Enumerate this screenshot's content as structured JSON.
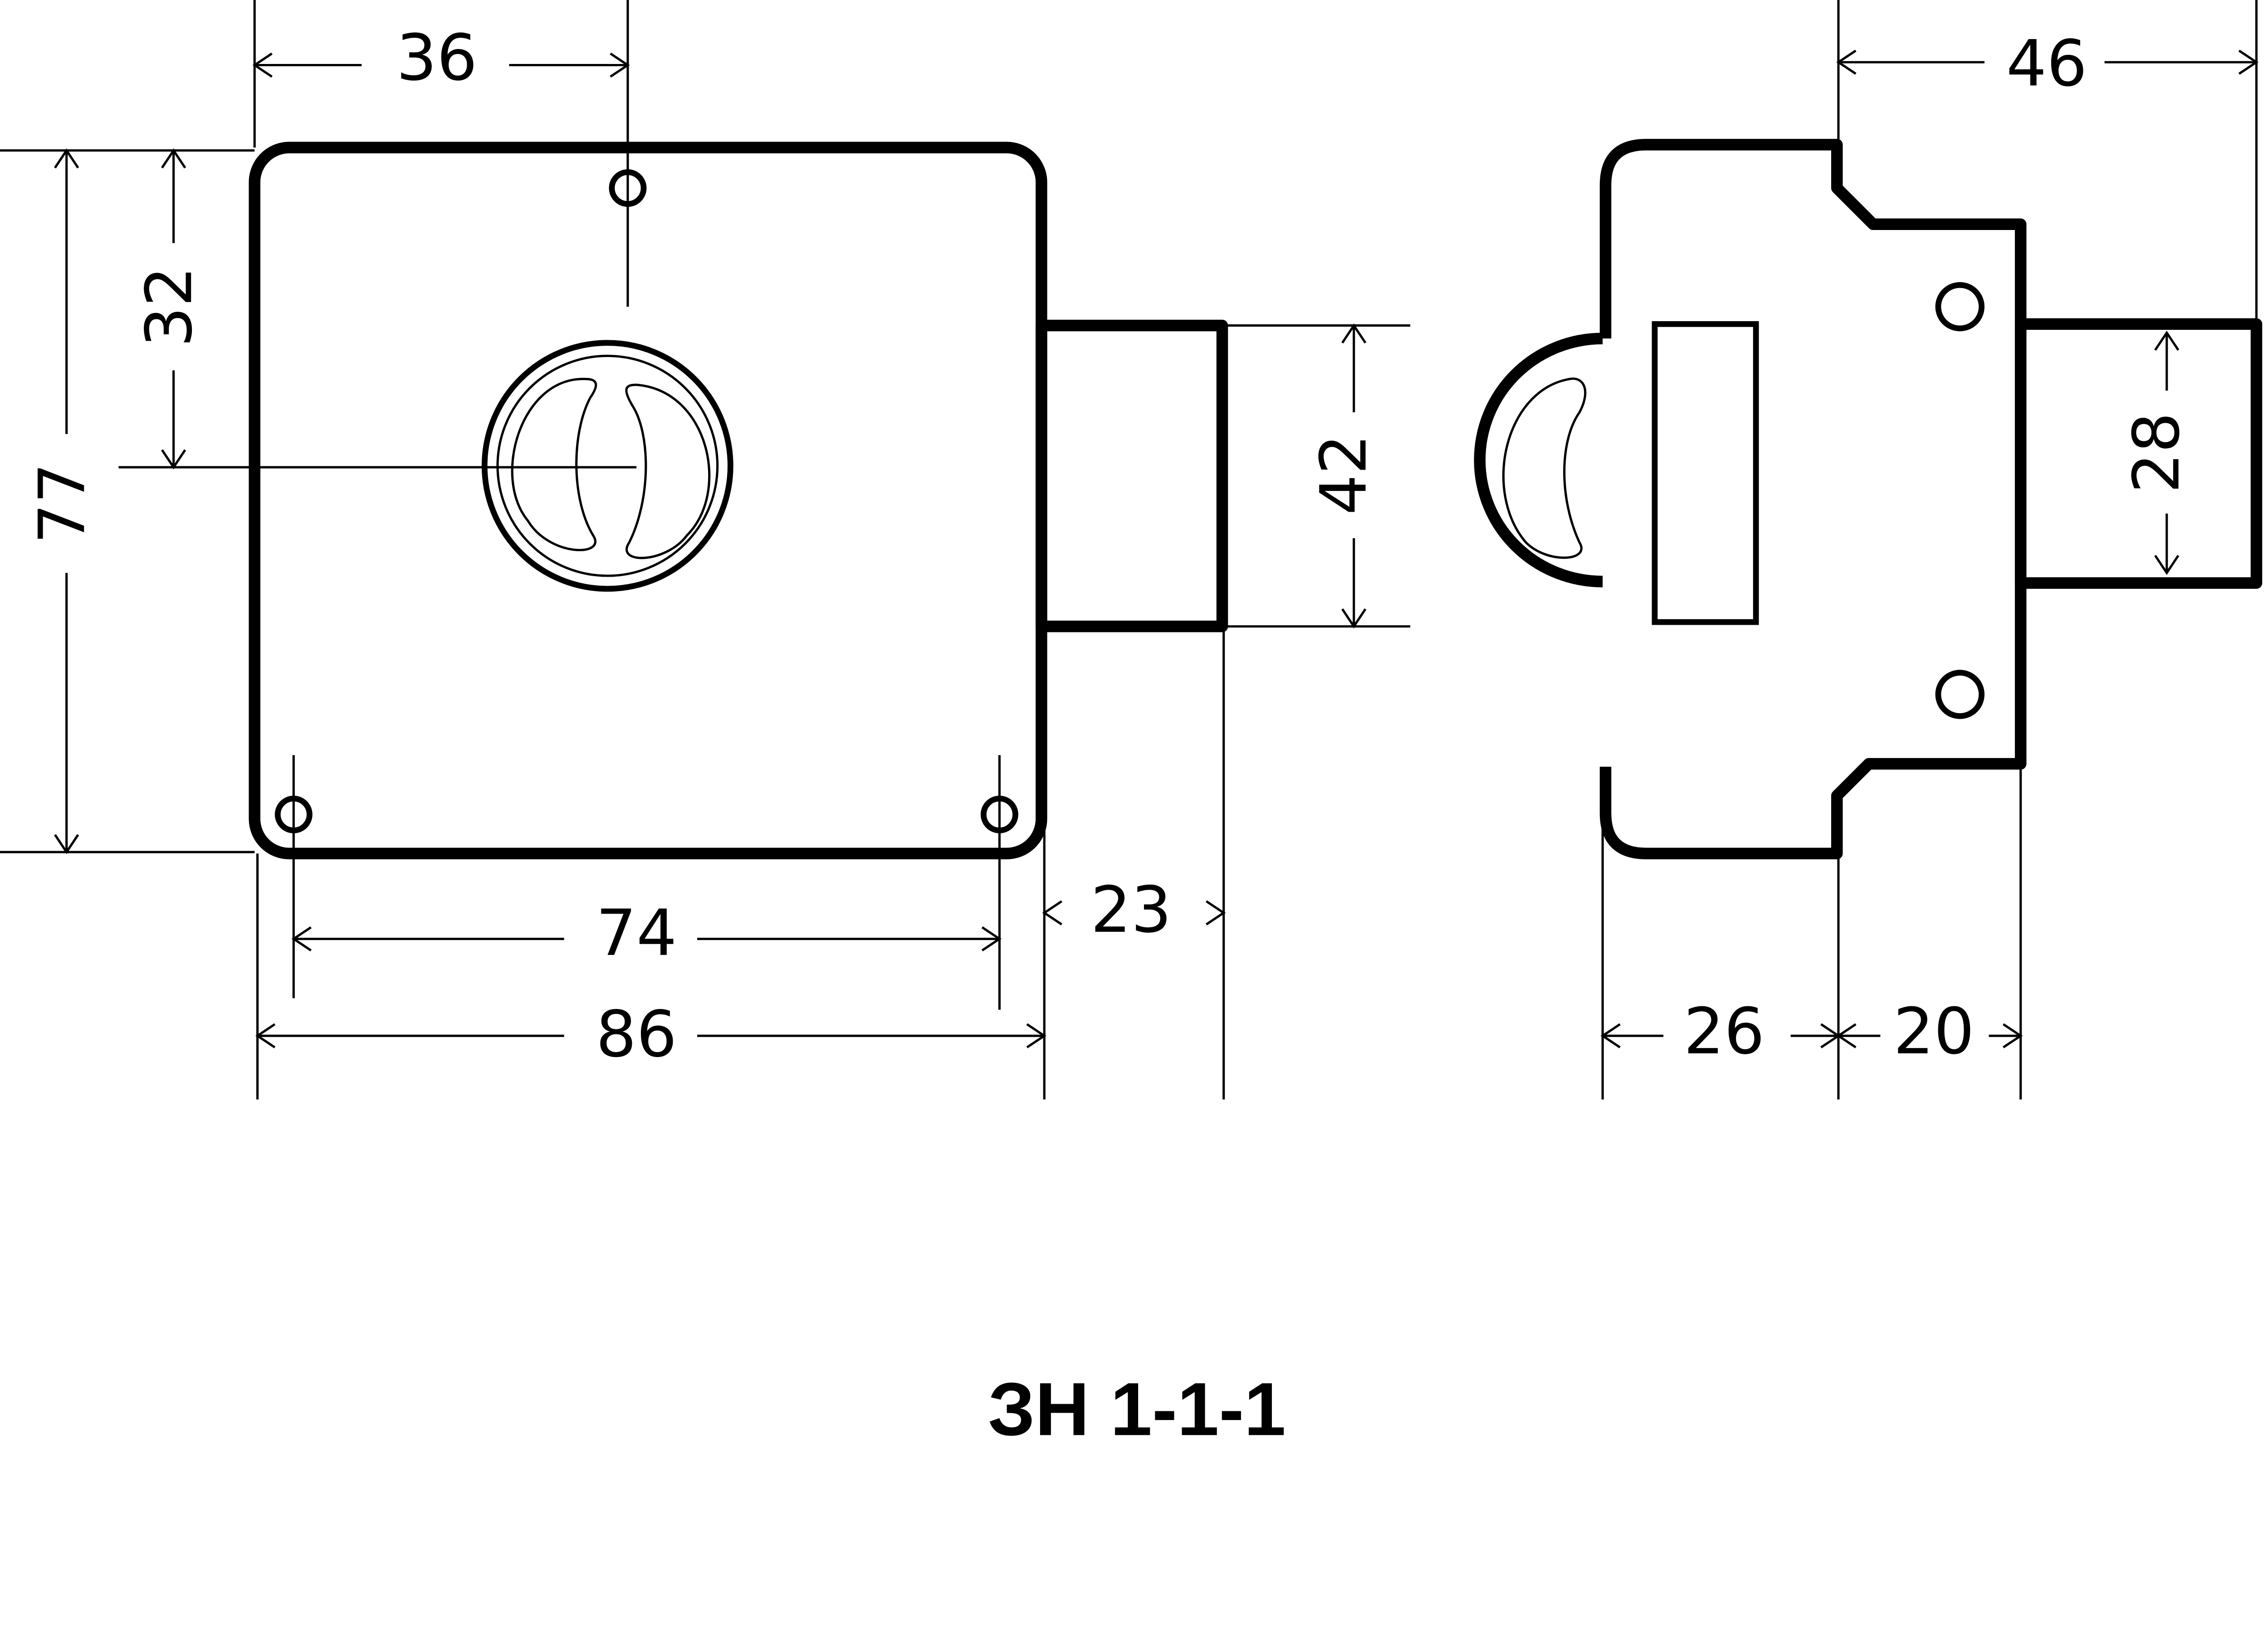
{
  "title": "ЗН 1-1-1",
  "front_view": {
    "dimensions": {
      "offset_hole": "36",
      "height_to_keyhole": "32",
      "total_height": "77",
      "bolt_height": "42",
      "hole_spacing": "74",
      "body_width": "86",
      "bolt_protrusion": "23"
    }
  },
  "side_view": {
    "dimensions": {
      "total_depth": "46",
      "bolt_height": "28",
      "body_depth_front": "26",
      "body_depth_rear": "20"
    }
  }
}
